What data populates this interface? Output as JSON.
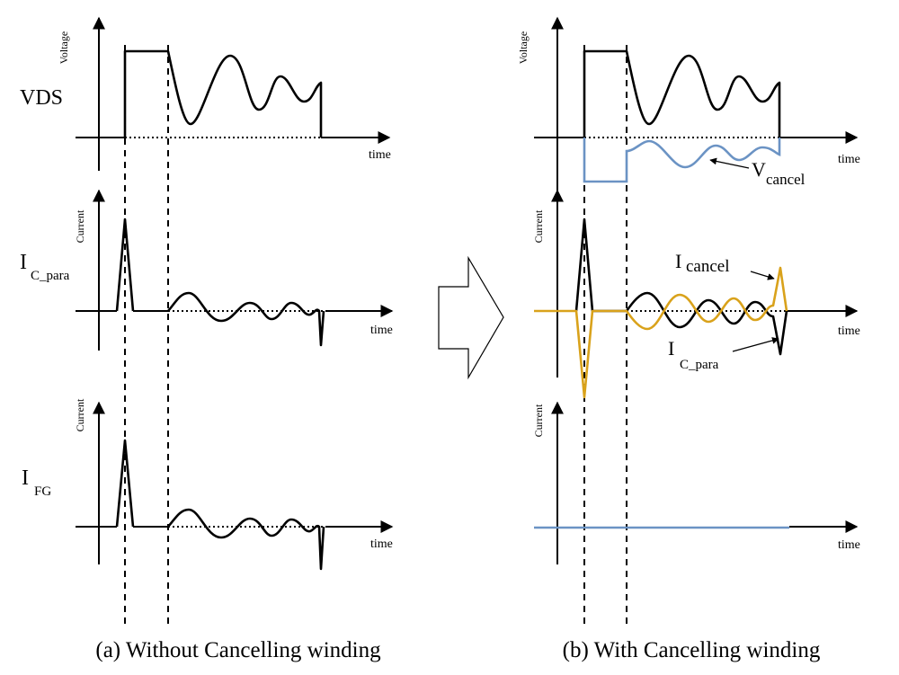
{
  "left_panel": {
    "caption": "(a) Without Cancelling winding",
    "row_labels": {
      "vds": "VDS",
      "ic_main": "I",
      "ic_sub": "C_para",
      "ifg_main": "I",
      "ifg_sub": "FG"
    },
    "axis_labels": {
      "voltage": "Voltage",
      "current": "Current",
      "time": "time"
    }
  },
  "right_panel": {
    "caption": "(b) With Cancelling winding",
    "axis_labels": {
      "voltage": "Voltage",
      "current": "Current",
      "time": "time"
    },
    "annotations": {
      "vcancel_main": "V",
      "vcancel_sub": "cancel",
      "icancel_main": "I",
      "icancel_sub": "cancel",
      "icpara_main": "I",
      "icpara_sub": "C_para"
    }
  },
  "colors": {
    "blue_trace": "#6b93c4",
    "gold_trace": "#d9a21b",
    "black_trace": "#000000"
  }
}
